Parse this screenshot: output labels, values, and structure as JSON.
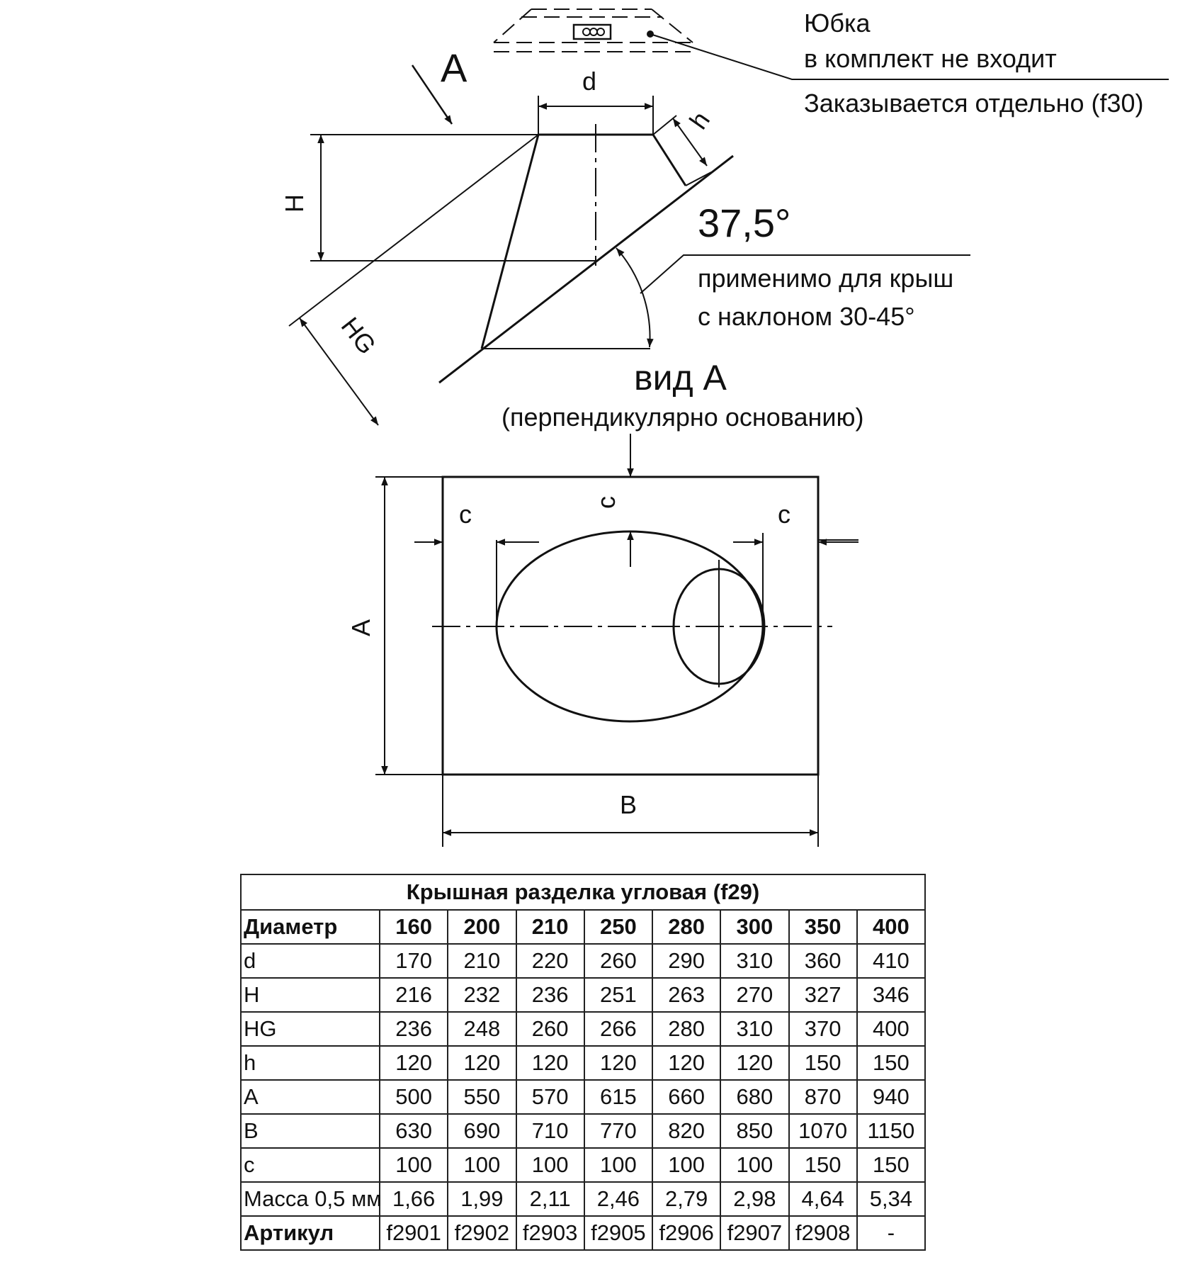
{
  "drawing": {
    "label_A_arrow": "A",
    "label_d": "d",
    "label_h": "h",
    "label_H": "H",
    "label_HG": "HG",
    "angle": "37,5°",
    "roof_note_line1": "применимо для крыш",
    "roof_note_line2": "с наклоном 30-45°",
    "skirt_line1": "Юбка",
    "skirt_line2": "в комплект не входит",
    "skirt_line3": "Заказывается отдельно (f30)",
    "view_title": "вид А",
    "view_subtitle": "(перпендикулярно основанию)",
    "label_c_left": "c",
    "label_c_top": "c",
    "label_c_right": "c",
    "label_A_side": "А",
    "label_B": "B"
  },
  "table": {
    "title": "Крышная разделка угловая (f29)",
    "header": [
      "Диаметр",
      "160",
      "200",
      "210",
      "250",
      "280",
      "300",
      "350",
      "400"
    ],
    "rows": [
      [
        "d",
        "170",
        "210",
        "220",
        "260",
        "290",
        "310",
        "360",
        "410"
      ],
      [
        "H",
        "216",
        "232",
        "236",
        "251",
        "263",
        "270",
        "327",
        "346"
      ],
      [
        "HG",
        "236",
        "248",
        "260",
        "266",
        "280",
        "310",
        "370",
        "400"
      ],
      [
        "h",
        "120",
        "120",
        "120",
        "120",
        "120",
        "120",
        "150",
        "150"
      ],
      [
        "A",
        "500",
        "550",
        "570",
        "615",
        "660",
        "680",
        "870",
        "940"
      ],
      [
        "B",
        "630",
        "690",
        "710",
        "770",
        "820",
        "850",
        "1070",
        "1150"
      ],
      [
        "c",
        "100",
        "100",
        "100",
        "100",
        "100",
        "100",
        "150",
        "150"
      ],
      [
        "Масса 0,5 мм",
        "1,66",
        "1,99",
        "2,11",
        "2,46",
        "2,79",
        "2,98",
        "4,64",
        "5,34"
      ],
      [
        "Артикул",
        "f2901",
        "f2902",
        "f2903",
        "f2905",
        "f2906",
        "f2907",
        "f2908",
        "-"
      ]
    ]
  }
}
